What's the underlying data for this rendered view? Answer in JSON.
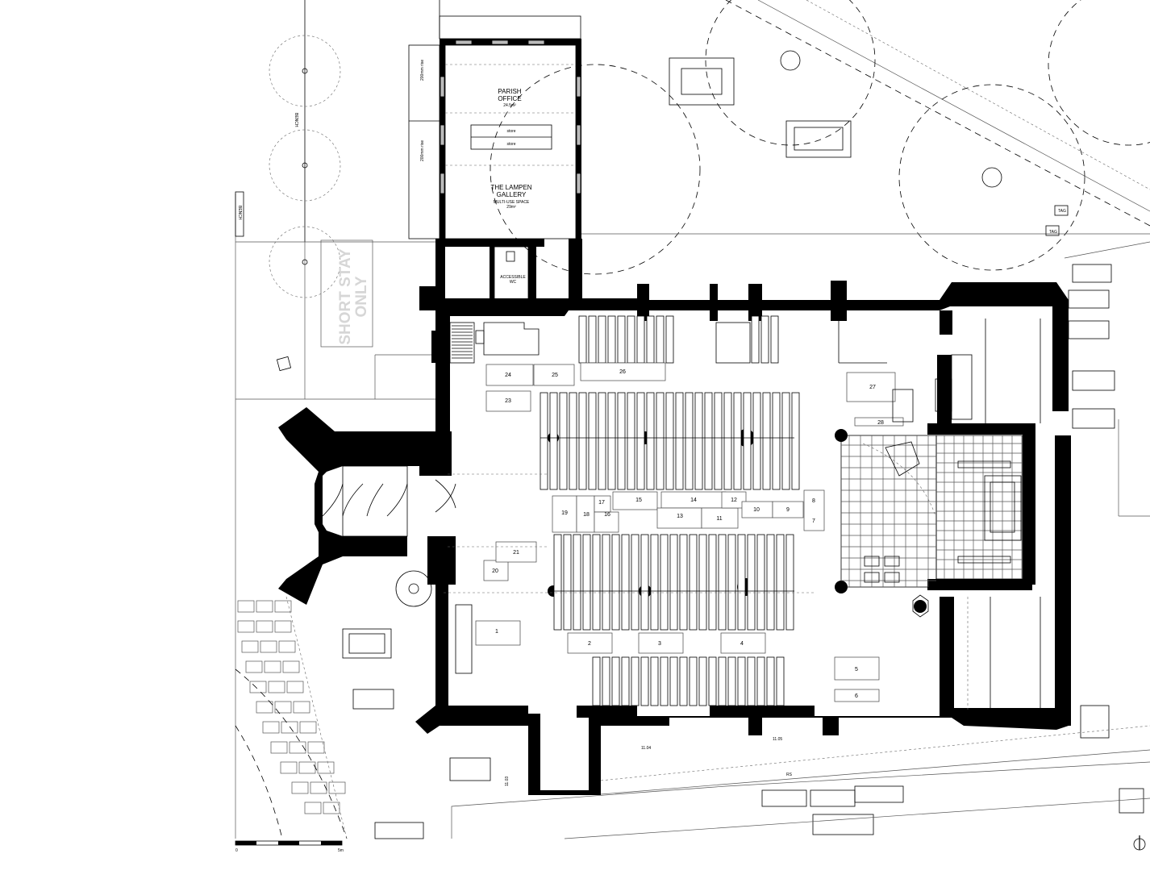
{
  "rooms": {
    "parish_office": {
      "name_line1": "PARISH",
      "name_line2": "OFFICE",
      "area": "24.5m²"
    },
    "store_top": "store",
    "store_bottom": "store",
    "gallery": {
      "name_line1": "THE LAMPEN",
      "name_line2": "GALLERY",
      "use": "MULTI-USE SPACE",
      "area": "29m²"
    },
    "wc": {
      "line1": "ACCESSIBLE",
      "line2": "WC"
    }
  },
  "site": {
    "parking_line1": "SHORT STAY",
    "parking_line2": "ONLY",
    "rise_label": "200mm rise",
    "bench_label": "BENCH",
    "level_11_04": "11.04",
    "level_11_05": "11.05",
    "level_11_03": "11.03",
    "rs_label": "RS",
    "tree_labels": [
      "TAG",
      "TAG"
    ]
  },
  "numbered_areas": [
    "1",
    "2",
    "3",
    "4",
    "5",
    "6",
    "7",
    "8",
    "9",
    "10",
    "11",
    "12",
    "13",
    "14",
    "15",
    "16",
    "17",
    "18",
    "19",
    "20",
    "21",
    "23",
    "24",
    "25",
    "26",
    "27",
    "28"
  ],
  "scale_bar": {
    "start": "0",
    "end": "5m"
  },
  "colors": {
    "wall": "#000000",
    "line": "#000000",
    "window": "#bbbbbb",
    "parking_text": "#d6d6d6"
  }
}
